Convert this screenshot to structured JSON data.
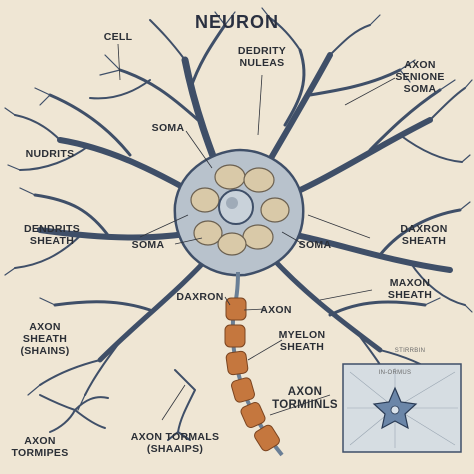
{
  "title": "NEURON",
  "labels": {
    "cell": "CELL",
    "dendrity_nuleas": "DEDRITY\nNULEAS",
    "axon_senione_soma": "AXON\nSENIONE\nSOMA",
    "soma_upper": "SOMA",
    "nudrits": "NUDRITS",
    "dendrits_sheath": "DENDRITS\nSHEATH",
    "soma_lower_left": "SOMA",
    "soma_right": "SOMA",
    "daxron_sheath": "DAXRON\nSHEATH",
    "daxron": "DAXRON",
    "axon_mid": "AXON",
    "maxon_sheath": "MAXON\nSHEATH",
    "axon_sheath_left": "AXON\nSHEATH\n(SHAINS)",
    "myelon_sheath": "MYELON\nSHEATH",
    "axon_tormiinls": "AXON\nTORMIINLS",
    "axon_tormals": "AXON TORMALS\n(SHAAIPS)",
    "axon_tormipes": "AXON\nTORMIPES",
    "stirrbin": "STIRRBIN",
    "in_ormus": "IN-ORMUS"
  },
  "colors": {
    "background": "#efe6d4",
    "dendrite": "#3f4f68",
    "soma": "#b8c2cc",
    "nucleus": "#c9d2da",
    "myelin": "#c5773e",
    "inset_bg": "#d6dde2"
  }
}
